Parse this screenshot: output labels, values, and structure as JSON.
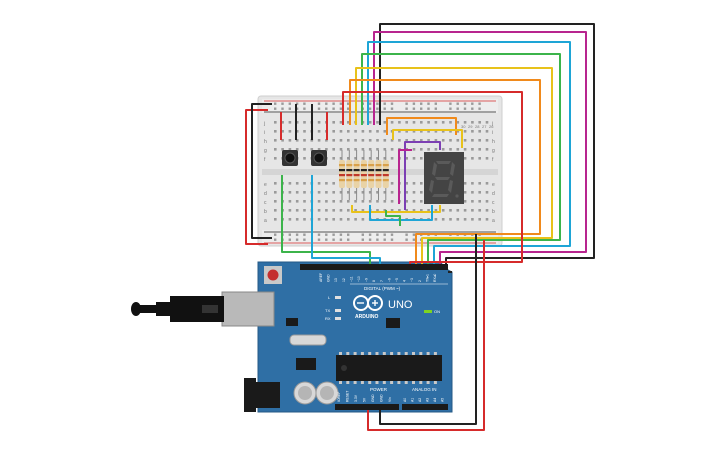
{
  "arduino": {
    "brand": "ARDUINO",
    "model": "UNO",
    "on_label": "ON",
    "digital_label": "DIGITAL (PWM ~)",
    "power_label": "POWER",
    "analog_label": "ANALOG IN",
    "tx_label": "TX",
    "rx_label": "RX",
    "l_label": "L",
    "top_header_pins": [
      "AREF",
      "GND",
      "13",
      "12",
      "~11",
      "~10",
      "~9",
      "8",
      "7",
      "~6",
      "~5",
      "4",
      "~3",
      "2",
      "TX▸1",
      "RX◂0"
    ],
    "power_pins": [
      "IOREF",
      "RESET",
      "3.3V",
      "5V",
      "GND",
      "GND",
      "Vin"
    ],
    "analog_pins": [
      "A0",
      "A1",
      "A2",
      "A3",
      "A4",
      "A5"
    ]
  },
  "breadboard": {
    "row_letters_top": [
      "j",
      "i",
      "h",
      "g",
      "f"
    ],
    "row_letters_bottom": [
      "e",
      "d",
      "c",
      "b",
      "a"
    ],
    "column_numbers_right": [
      "30",
      "29",
      "28",
      "27",
      "26"
    ]
  },
  "colors": {
    "board_blue": "#2f6fa5",
    "breadboard": "#e6e6e6",
    "rail_red": "#d62b2b",
    "rail_black": "#222222",
    "segment_off": "#5a5a5a",
    "wire_red": "#d62b2b",
    "wire_black": "#222222",
    "wire_magenta": "#b8258f",
    "wire_cyan": "#1ea5d6",
    "wire_green": "#3cb44b",
    "wire_yellow": "#e8c21a",
    "wire_orange": "#f08a1c",
    "wire_purple": "#7c3fb3",
    "wire_gray": "#9a9a9a"
  },
  "icons": [
    "usb-plug-icon",
    "reset-button-icon",
    "arduino-infinity-logo-icon",
    "power-jack-icon",
    "capacitor-icon",
    "chip-icon",
    "seven-segment-icon",
    "pushbutton-icon",
    "resistor-icon"
  ]
}
